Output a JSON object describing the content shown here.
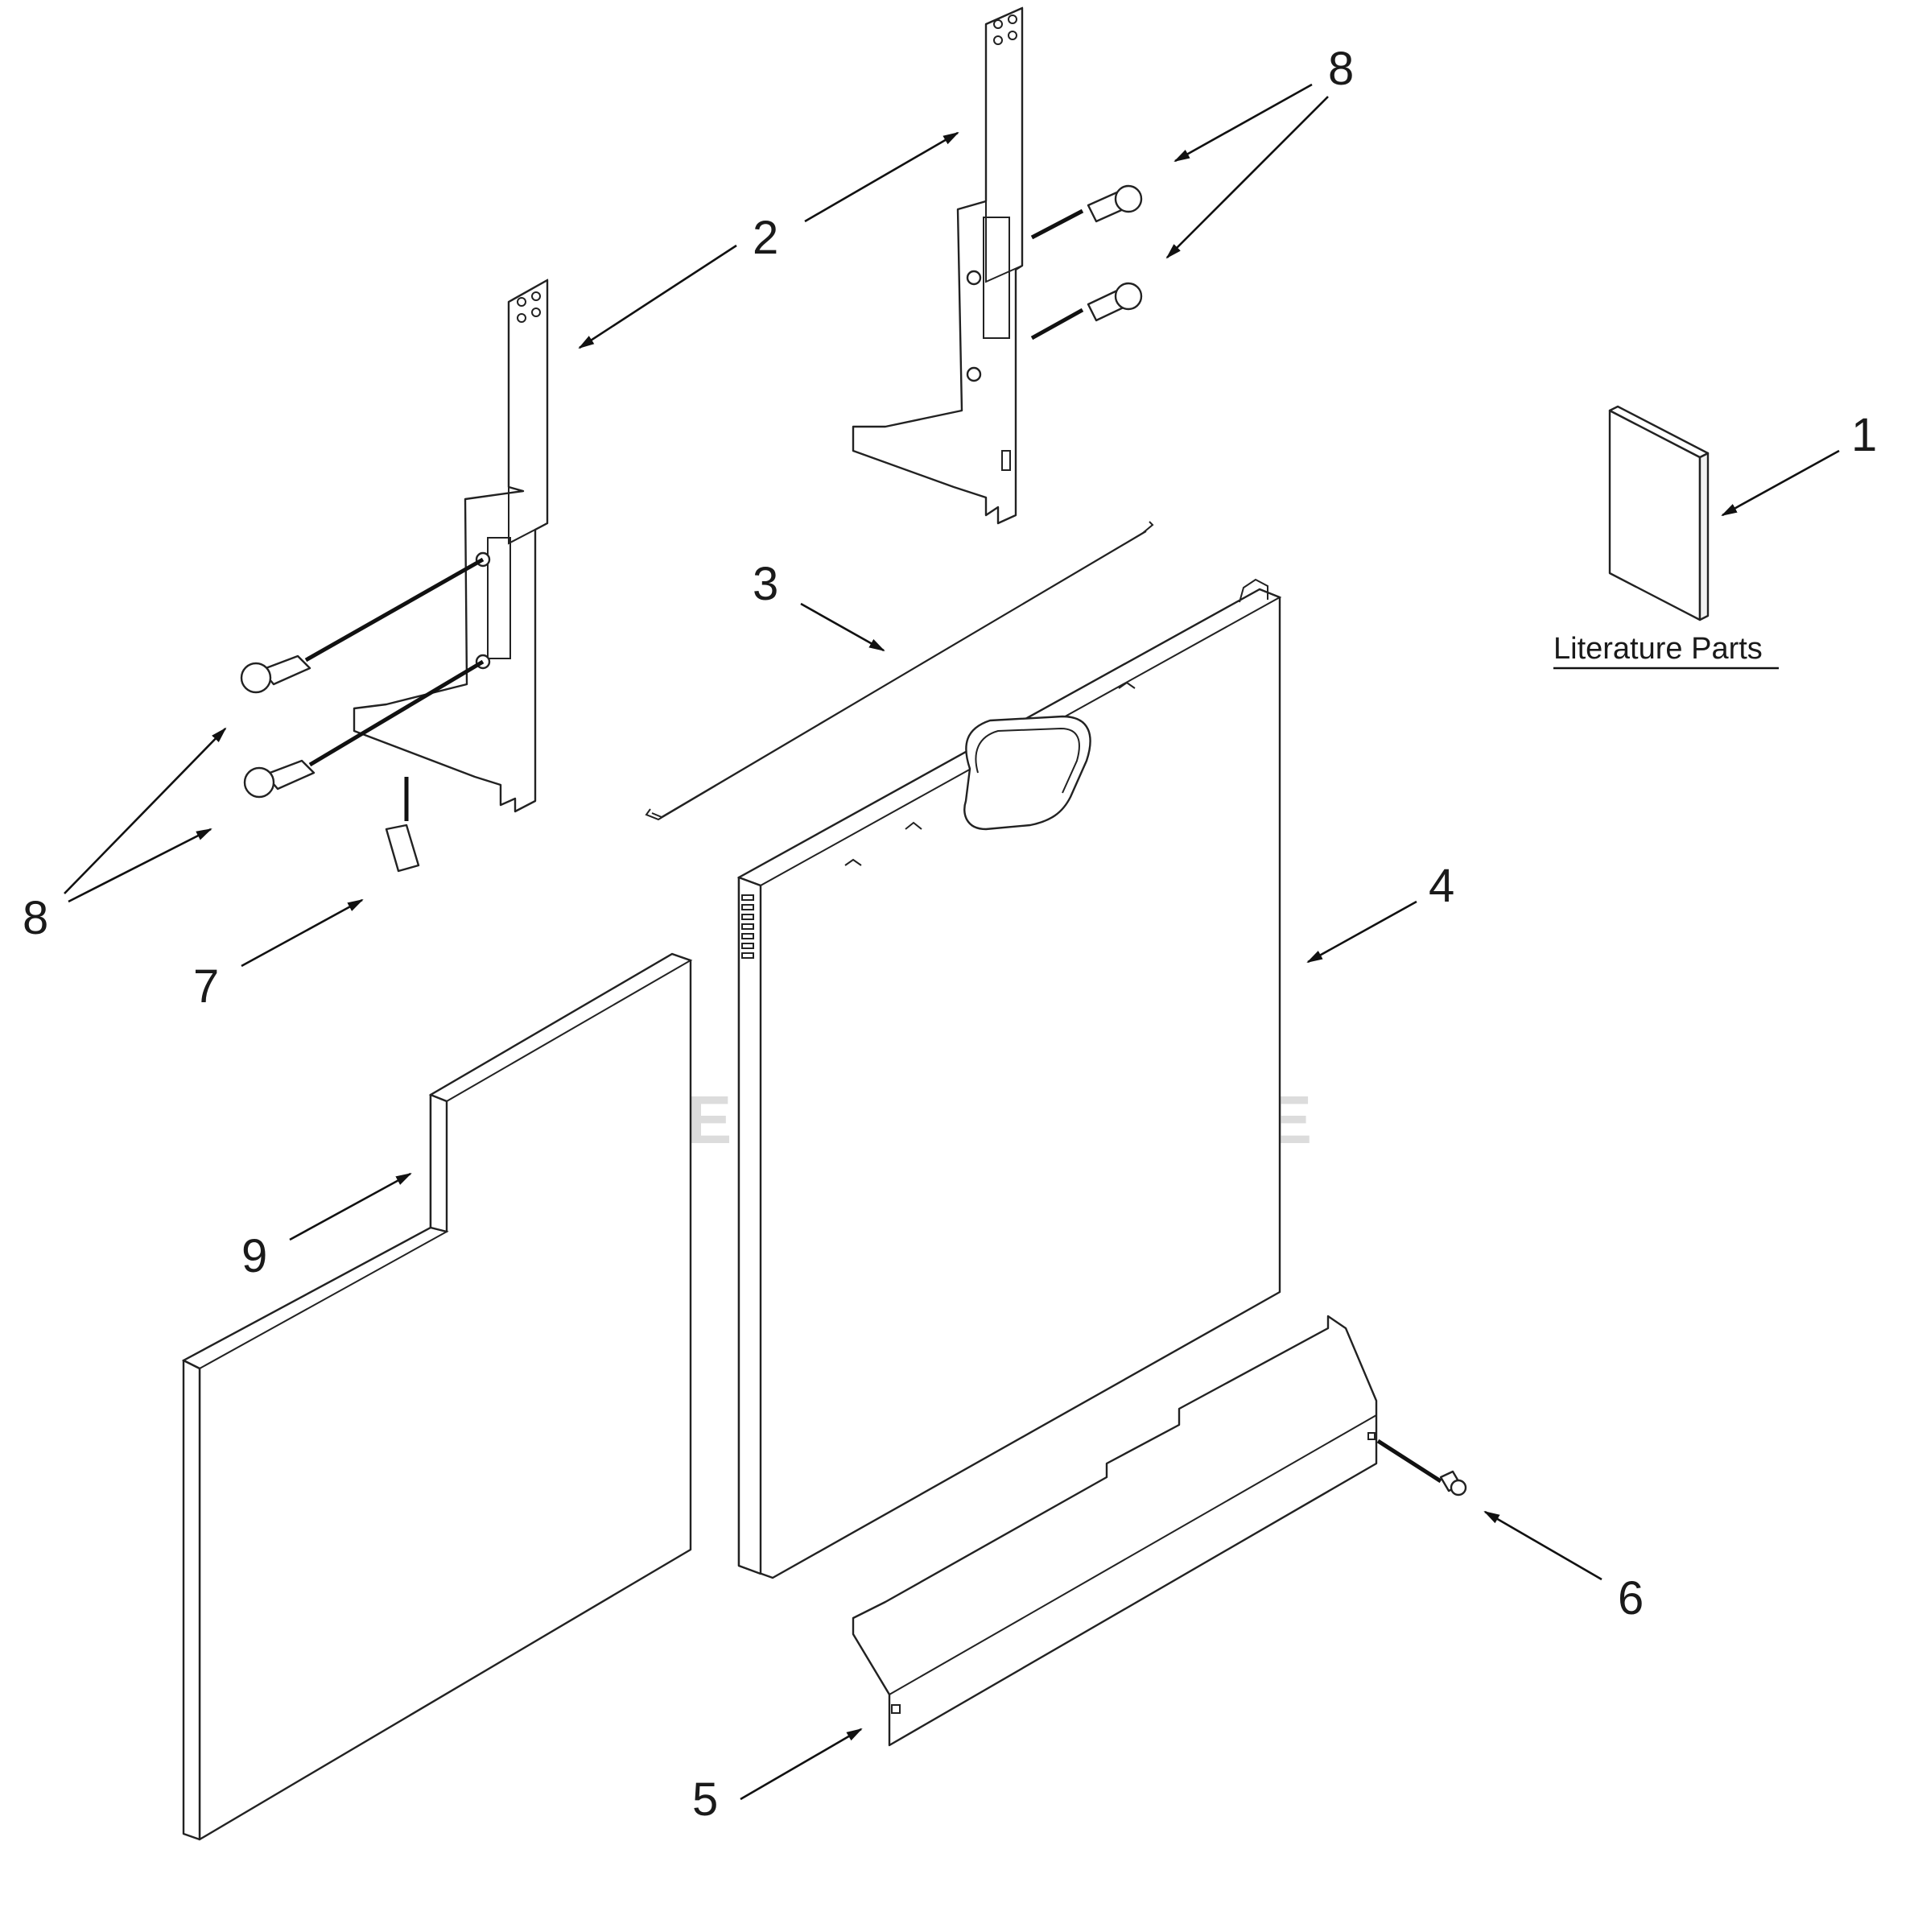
{
  "diagram": {
    "callouts": {
      "c1": "1",
      "c2": "2",
      "c3": "3",
      "c4": "4",
      "c5": "5",
      "c6": "6",
      "c7": "7",
      "c8_top": "8",
      "c8_left": "8",
      "c9": "9"
    },
    "literature_label": "Literature Parts",
    "watermark_text": "LEADVENTURE",
    "colors": {
      "line": "#222222",
      "watermark": "#d9d9d9",
      "background": "#ffffff"
    },
    "icons": [
      "arrow-icon",
      "screw-icon",
      "hinge-bracket-icon",
      "flame-logo-icon"
    ]
  }
}
